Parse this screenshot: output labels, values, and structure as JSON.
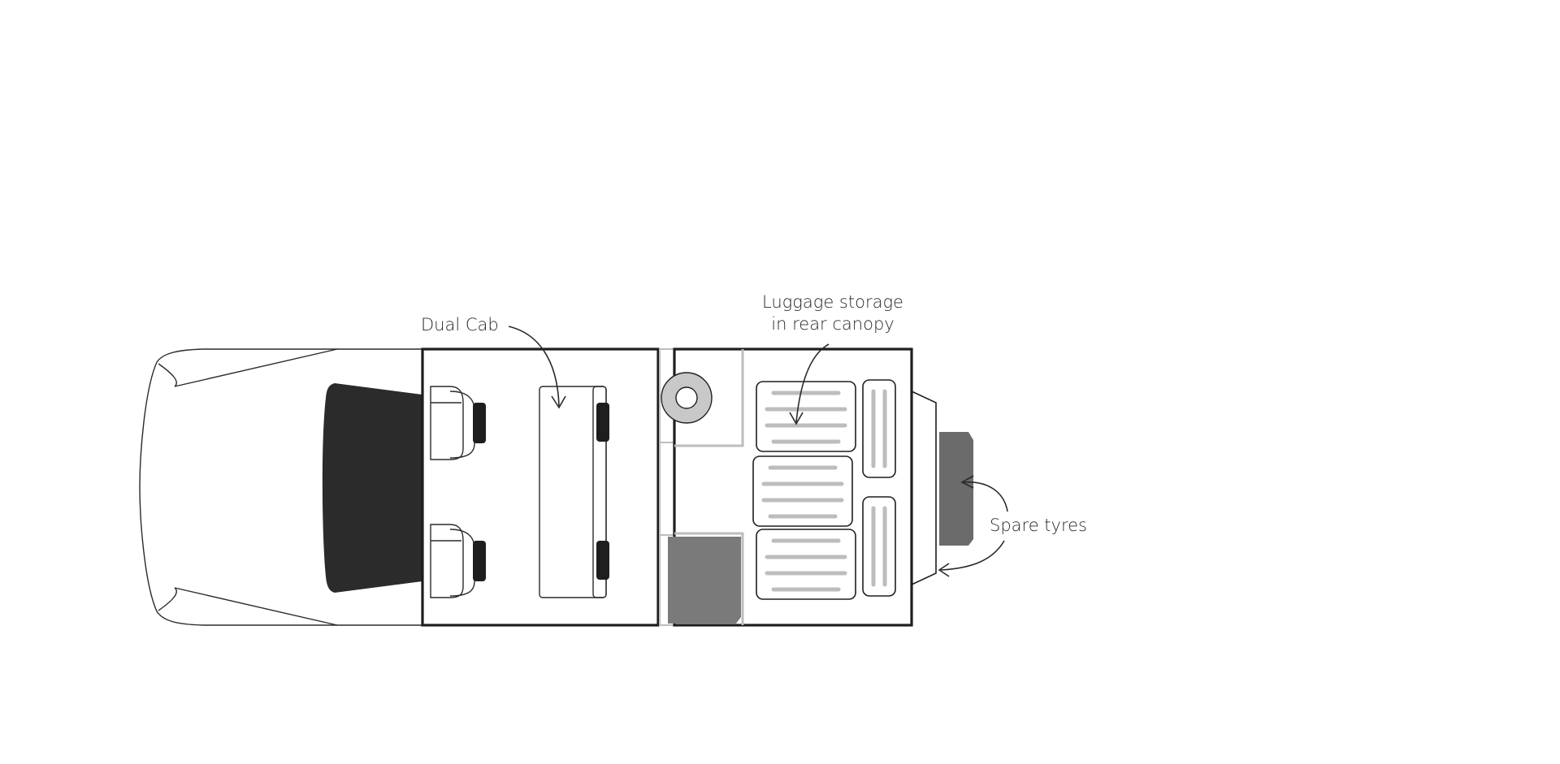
{
  "labels": {
    "dual_cab": "Dual Cab",
    "luggage_line1": "Luggage storage",
    "luggage_line2": "in rear canopy",
    "spare_tyres": "Spare tyres"
  },
  "colors": {
    "outline": "#1e1e1e",
    "windscreen": "#2b2b2b",
    "fridge": "#7a7a7a",
    "spare_tyre": "#6b6b6b",
    "bedding_stripe": "#bdbdbd",
    "gas_bottle": "#c8c8c8"
  }
}
